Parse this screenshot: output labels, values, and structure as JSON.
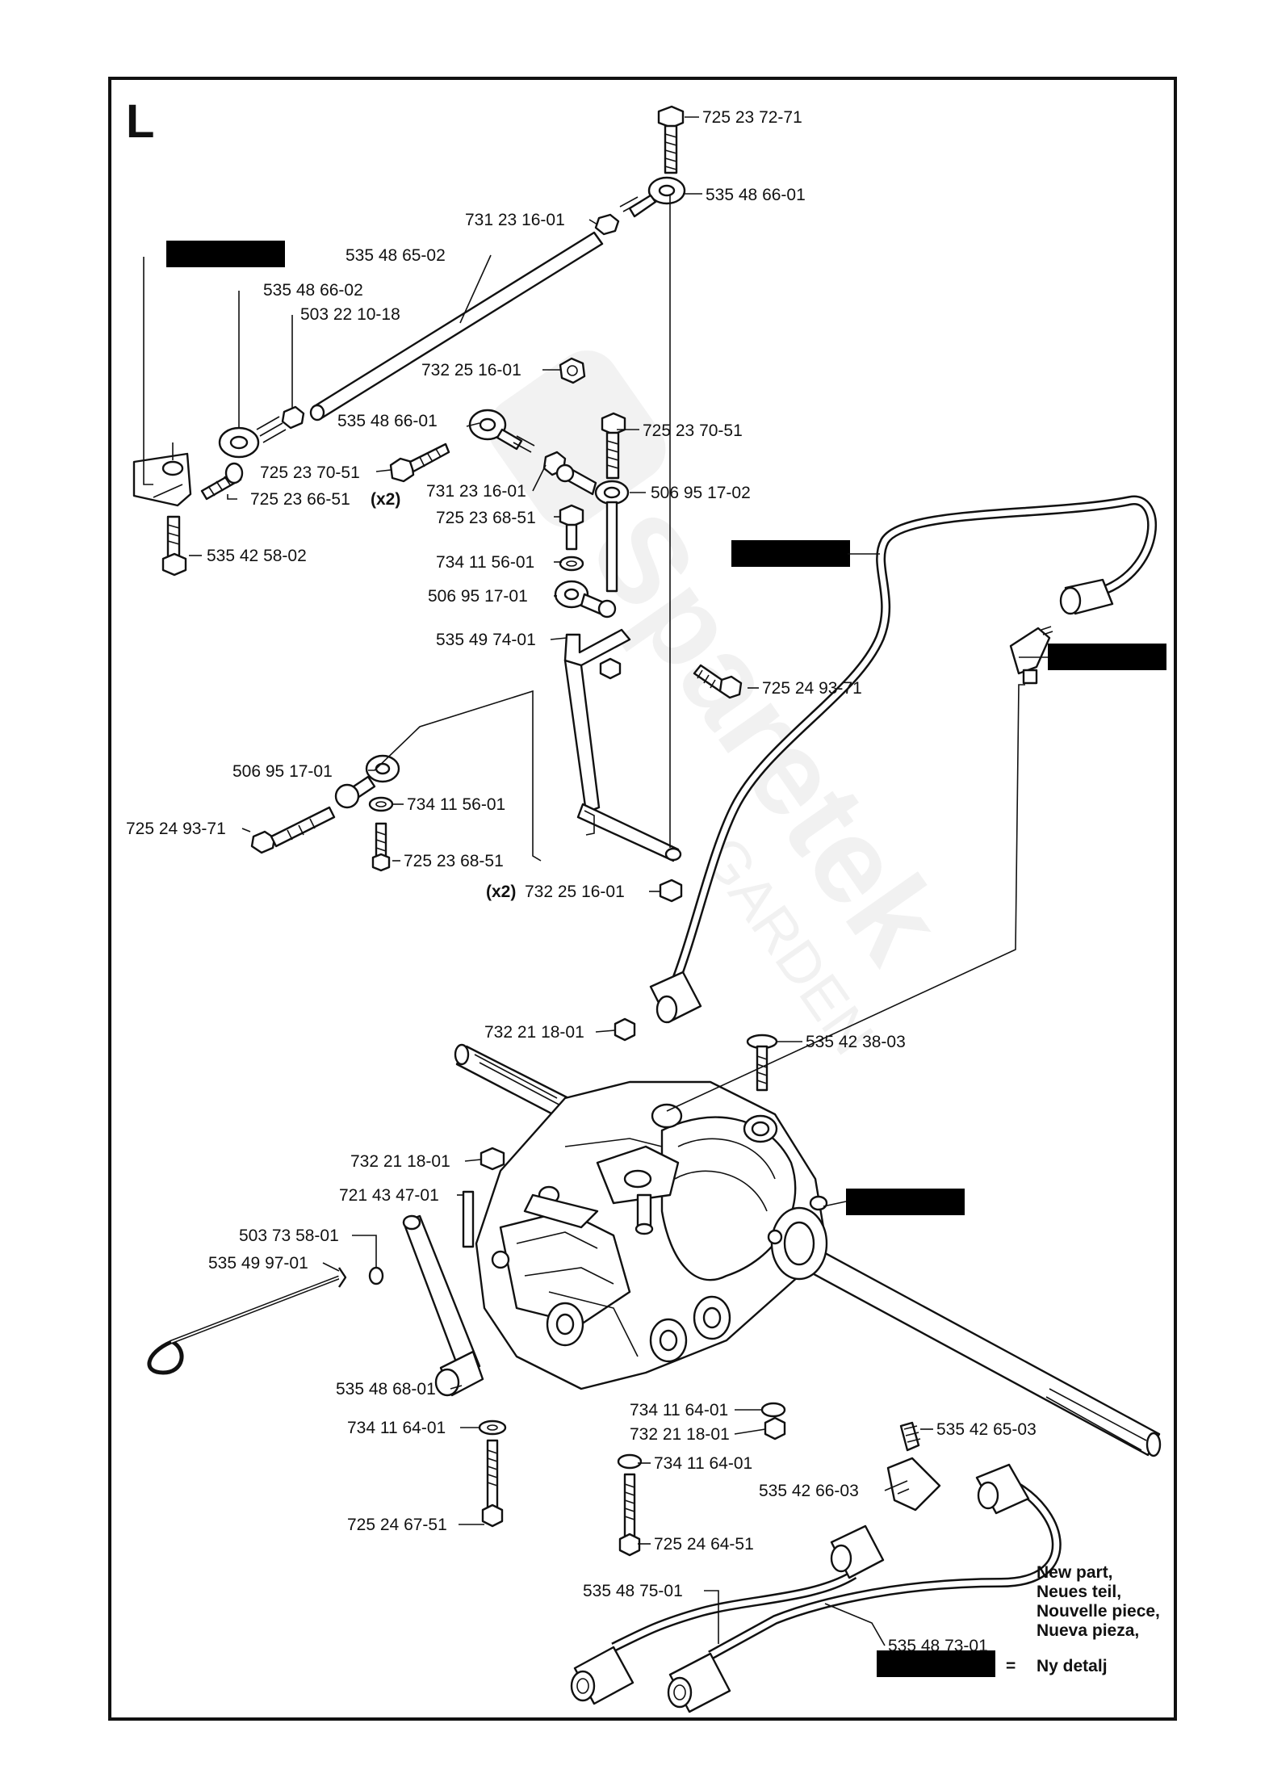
{
  "section_letter": "L",
  "watermark": {
    "brand": "Sparetek",
    "sub": "GARDEN"
  },
  "legend": {
    "lines": [
      "New part,",
      "Neues teil,",
      "Nouvelle piece,",
      "Nueva pieza,",
      "Ny detalj"
    ],
    "equals": "="
  },
  "labels": {
    "p_72571": "725 23 72-71",
    "p_66_01_top": "535 48 66-01",
    "p_731_top": "731 23 16-01",
    "p_6502": "535 48 65-02",
    "p_6602": "535 48 66-02",
    "p_50322": "503 22 10-18",
    "p_73225_top": "732 25 16-01",
    "p_66_01_mid": "535 48 66-01",
    "p_70_51_r": "725 23 70-51",
    "p_70_51_l": "725 23 70-51",
    "p_731_mid": "731 23 16-01",
    "p_17_02": "506 95 17-02",
    "p_66_51": "725 23 66-51",
    "p_66_51_qty": "(x2)",
    "p_68_51_top": "725 23 68-51",
    "p_5842": "535 42 58-02",
    "p_56_01_top": "734 11 56-01",
    "p_17_01_top": "506 95 17-01",
    "p_7401": "535 49 74-01",
    "p_9371_r": "725 24 93-71",
    "p_17_01_mid": "506 95 17-01",
    "p_56_01_mid": "734 11 56-01",
    "p_9371_l": "725 24 93-71",
    "p_68_51_mid": "725 23 68-51",
    "p_73225_bot_qty": "(x2)",
    "p_73225_bot": "732 25 16-01",
    "p_73221_a": "732 21 18-01",
    "p_3803": "535 42 38-03",
    "p_73221_b": "732 21 18-01",
    "p_72143": "721 43 47-01",
    "p_50373": "503 73 58-01",
    "p_9701": "535 49 97-01",
    "p_6801": "535 48 68-01",
    "p_64_01_l": "734 11 64-01",
    "p_64_01_ra": "734 11 64-01",
    "p_73221_c": "732 21 18-01",
    "p_64_01_rb": "734 11 64-01",
    "p_6503": "535 42 65-03",
    "p_6603": "535 42 66-03",
    "p_6751": "725 24 67-51",
    "p_6451": "725 24 64-51",
    "p_7501": "535 48 75-01",
    "p_7301": "535 48 73-01"
  }
}
